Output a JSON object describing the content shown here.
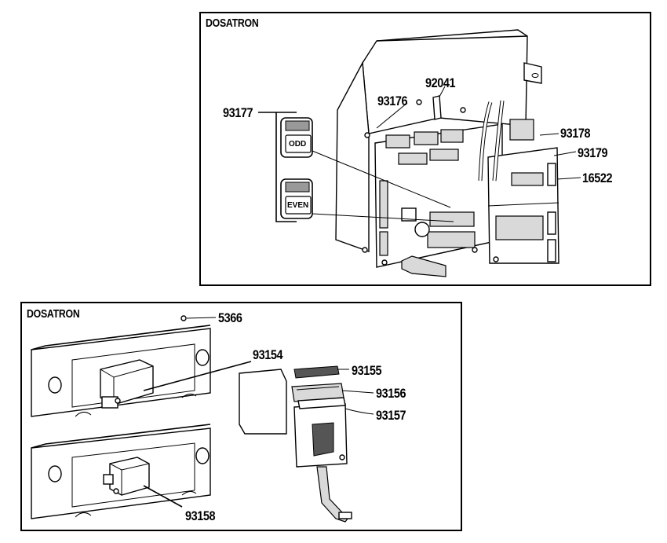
{
  "top_panel": {
    "brand": "DOSATRON",
    "labels": {
      "p93177": "93177",
      "p93176": "93176",
      "p92041": "92041",
      "p93178": "93178",
      "p93179": "93179",
      "p16522": "16522"
    },
    "chips": {
      "odd": "ODD",
      "even": "EVEN"
    }
  },
  "bottom_panel": {
    "brand": "DOSATRON",
    "labels": {
      "p5366": "5366",
      "p93154": "93154",
      "p93155": "93155",
      "p93156": "93156",
      "p93157": "93157",
      "p93158": "93158"
    }
  }
}
